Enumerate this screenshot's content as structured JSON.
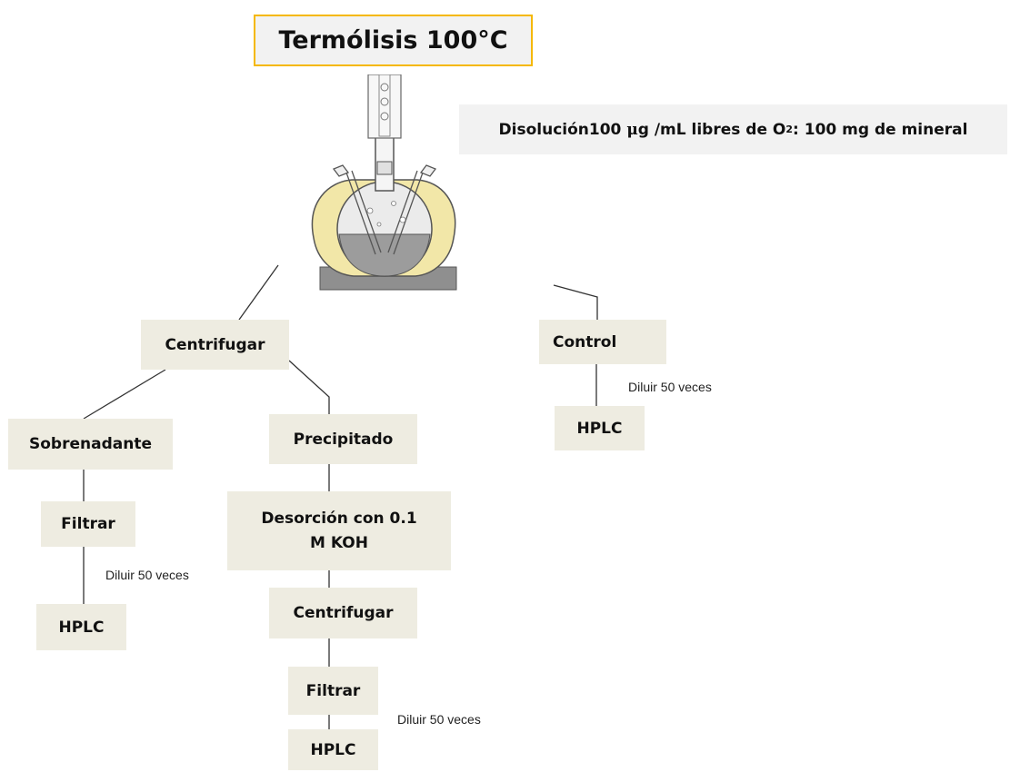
{
  "title": "Termólisis 100°C",
  "info": {
    "prefix": "Disolución100 ",
    "mu": "μ",
    "after_mu": "g /mL libres de O",
    "sub2": "2",
    "suffix": ": 100 mg de mineral"
  },
  "nodes": {
    "centrifugar_1": "Centrifugar",
    "control": "Control",
    "sobrenadante": "Sobrenadante",
    "precipitado": "Precipitado",
    "filtrar_1": "Filtrar",
    "desorcion": "Desorción con 0.1 M KOH",
    "hplc_1": "HPLC",
    "hplc_2": "HPLC",
    "hplc_3": "HPLC",
    "centrifugar_2": "Centrifugar",
    "filtrar_2": "Filtrar"
  },
  "notes": {
    "diluir_control": "Diluir 50 veces",
    "diluir_sobrenadante": "Diluir 50 veces",
    "diluir_precipitado": "Diluir 50 veces"
  },
  "icons": {
    "apparatus": "reaction-flask-heating-mantle-icon"
  },
  "colors": {
    "box_fill": "#eeece1",
    "title_border": "#f5b800",
    "title_fill": "#f2f2f2"
  }
}
